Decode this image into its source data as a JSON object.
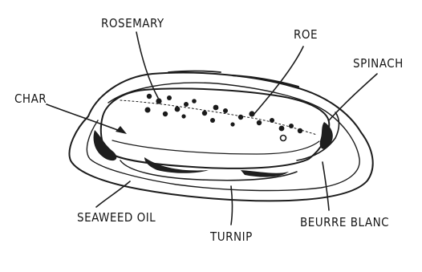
{
  "labels": {
    "rosemary": "ROSEMARY",
    "roe": "ROE",
    "spinach": "SPINACH",
    "char": "CHAR",
    "seaweed_oil": "SEAWEED OIL",
    "turnip": "TURNIP",
    "beurre_blanc": "BEURRE BLANC"
  }
}
